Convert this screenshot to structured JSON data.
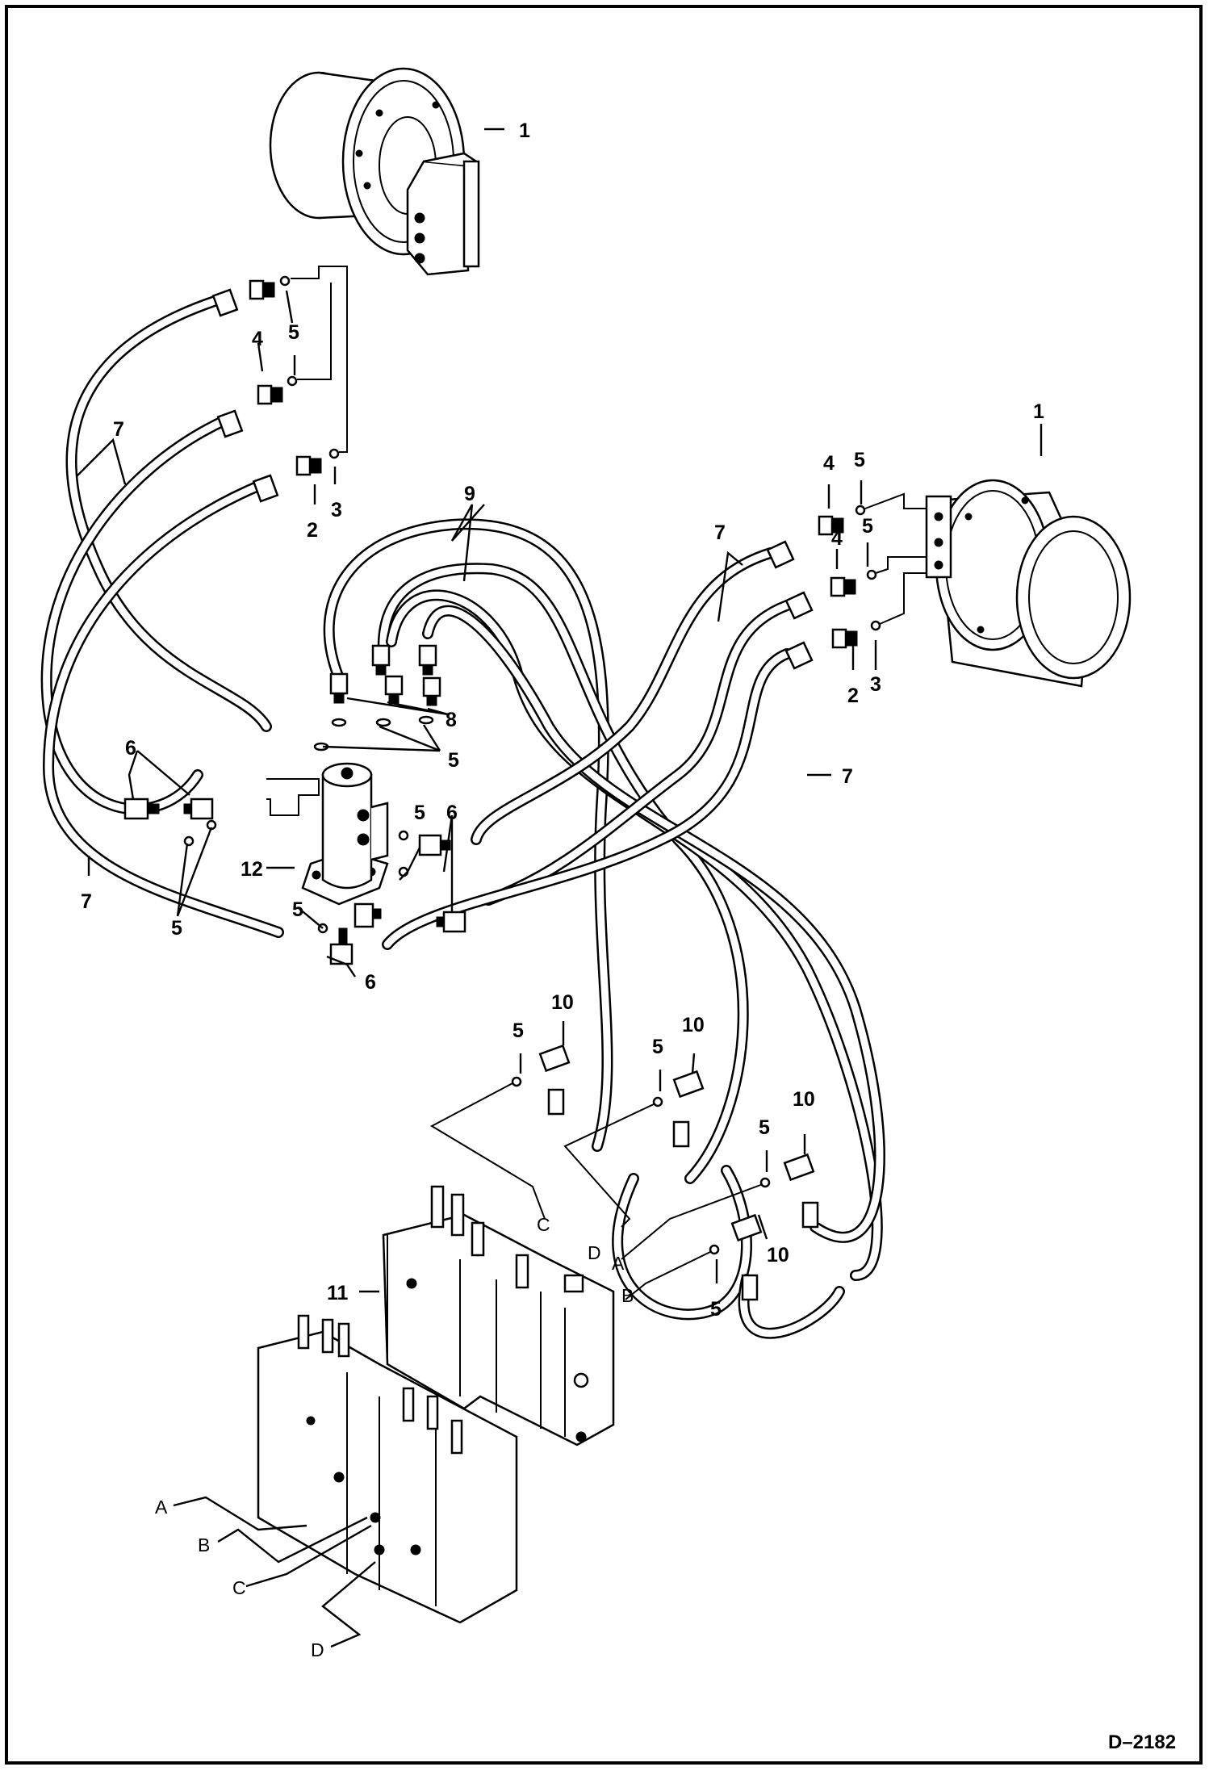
{
  "callouts": {
    "motor_top": "1",
    "motor_right": "1",
    "fitting_2_top": "2",
    "fitting_3_top": "3",
    "fitting_4_top": "4",
    "oring_5_top": "5",
    "hose_7_topleft": "7",
    "hose_9": "9",
    "fitting_4_right_a": "4",
    "oring_5_right_a": "5",
    "fitting_4_right_b": "4",
    "oring_5_right_b": "5",
    "fitting_2_right": "2",
    "fitting_3_right": "3",
    "hose_7_right_upper": "7",
    "hose_7_right_lower": "7",
    "fitting_8": "8",
    "oring_5_swivel_top": "5",
    "elbow_6_left": "6",
    "oring_5_left": "5",
    "hose_7_left": "7",
    "swivel_12": "12",
    "oring_5_swivel_right": "5",
    "elbow_6_right": "6",
    "oring_5_swivel_bottom": "5",
    "elbow_6_bottom": "6",
    "oring_5_valve_a": "5",
    "elbow_10_a": "10",
    "oring_5_valve_b": "5",
    "elbow_10_b": "10",
    "oring_5_valve_c": "5",
    "elbow_10_c": "10",
    "elbow_10_d": "10",
    "oring_5_valve_d": "5",
    "control_valve_11": "11"
  },
  "port_letters": {
    "main_a": "A",
    "main_b": "B",
    "main_c": "C",
    "main_d": "D",
    "detail_a": "A",
    "detail_b": "B",
    "detail_c": "C",
    "detail_d": "D"
  },
  "figure_id": "D–2182"
}
